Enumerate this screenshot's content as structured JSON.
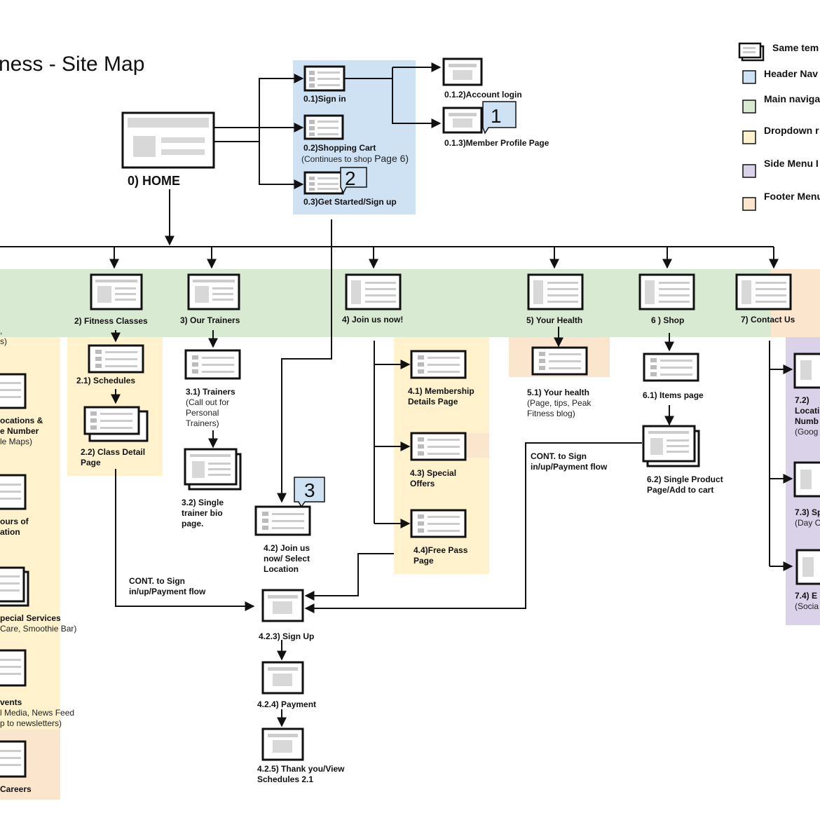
{
  "title": "ness - Site Map",
  "legend": [
    {
      "label": "Same tem",
      "swatch": "page-stack"
    },
    {
      "label": "Header Nav",
      "color": "#cfe2f3"
    },
    {
      "label": "Main naviga",
      "color": "#d9ead3"
    },
    {
      "label": "Dropdown r",
      "color": "#fff2cc"
    },
    {
      "label": "Side Menu I",
      "color": "#d9d2e9"
    },
    {
      "label": "Footer Menu",
      "color": "#fce5cd"
    }
  ],
  "colors": {
    "header_nav": "#cfe2f3",
    "main_nav": "#d9ead3",
    "dropdown": "#fff2cc",
    "side_menu": "#d9d2e9",
    "footer": "#fce5cd"
  },
  "home": "0) HOME",
  "header_items": {
    "sign_in": "0.1)Sign in",
    "cart": "0.2)Shopping Cart",
    "cart_note_a": "(Continues to shop ",
    "cart_note_b": "Page 6)",
    "get_started": "0.3)Get Started/Sign up",
    "account_login": "0.1.2)Account login",
    "member_profile": "0.1.3)Member Profile Page"
  },
  "callouts": [
    "1",
    "2",
    "3"
  ],
  "nav": {
    "fitness_classes": "2) Fitness Classes",
    "trainers": "3) Our Trainers",
    "join": "4) Join us now!",
    "health": "5) Your Health",
    "shop": "6 ) Shop",
    "contact": "7) Contact Us"
  },
  "left_column": {
    "c1a": ",",
    "c1b": "s)",
    "loc_a": "ocations &",
    "loc_b": "e Number",
    "loc_c": "le Maps)",
    "hours_a": "ours of",
    "hours_b": "ation",
    "special_a": "pecial Services",
    "special_b": "Care, Smoothie Bar)",
    "events_a": "vents",
    "events_b": "l Media, News Feed",
    "events_c": "p to newsletters)",
    "careers": "Careers"
  },
  "classes": {
    "schedules": "2.1) Schedules",
    "detail_a": "2.2) Class Detail",
    "detail_b": "Page",
    "cont_a": "CONT.  to Sign",
    "cont_b": "in/up/Payment flow"
  },
  "trainers": {
    "t_a": "3.1) Trainers",
    "t_b": "(Call out for",
    "t_c": "Personal",
    "t_d": "Trainers)",
    "bio_a": "3.2) Single",
    "bio_b": "trainer bio",
    "bio_c": "page."
  },
  "join": {
    "membership_a": "4.1) Membership",
    "membership_b": "Details Page",
    "offers_a": "4.3) Special",
    "offers_b": "Offers",
    "free_a": "4.4)Free Pass",
    "free_b": "Page",
    "loc_a": "4.2) Join us",
    "loc_b": "now/ Select",
    "loc_c": "Location",
    "signup": "4.2.3) Sign Up",
    "payment": "4.2.4) Payment",
    "thanks_a": "4.2.5) Thank you/View",
    "thanks_b": "Schedules 2.1"
  },
  "health": {
    "h_a": "5.1) Your health",
    "h_b": "(Page, tips, Peak",
    "h_c": "Fitness blog)"
  },
  "shop": {
    "items": "6.1) Items page",
    "single_a": "6.2) Single Product",
    "single_b": "Page/Add to cart",
    "cont_a": "CONT.  to Sign",
    "cont_b": "in/up/Payment flow"
  },
  "contact": {
    "c2_a": "7.2)",
    "c2_b": "Locati",
    "c2_c": "Numb",
    "c2_d": "(Goog",
    "c3_a": "7.3) Sp",
    "c3_b": "(Day C",
    "c4_a": "7.4) E",
    "c4_b": "(Socia"
  }
}
